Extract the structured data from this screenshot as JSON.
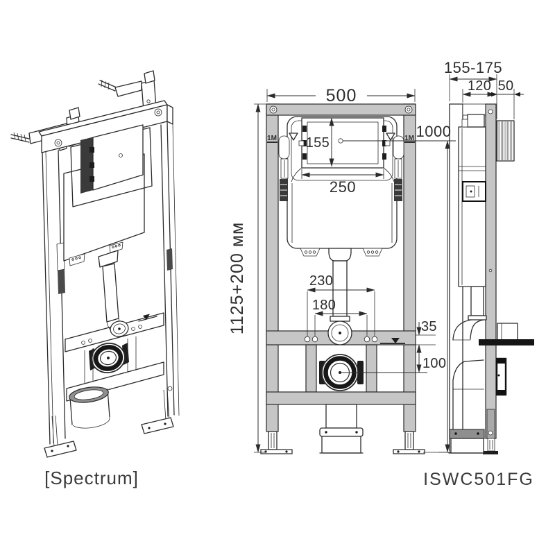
{
  "colors": {
    "line": "#2b2b2b",
    "frame_fill": "#c6c6c6",
    "accent_dark": "#171717"
  },
  "labels": {
    "series": "[Spectrum]",
    "model": "ISWC501FG"
  },
  "front_view": {
    "width_mm": "500",
    "window_height_mm": "155",
    "window_width_mm": "250",
    "actuation_center_height_mm": "1000",
    "frame_height_mm": "1125+200 мм",
    "outer_bolt_spacing_mm": "230",
    "inner_bolt_spacing_mm": "180",
    "bracket_drop_mm": "35",
    "outlet_center_height_mm": "100",
    "meter_mark": "1M"
  },
  "side_view": {
    "mounting_depth_mm": "155-175",
    "frame_depth_mm": "120",
    "panel_depth_mm": "50"
  }
}
